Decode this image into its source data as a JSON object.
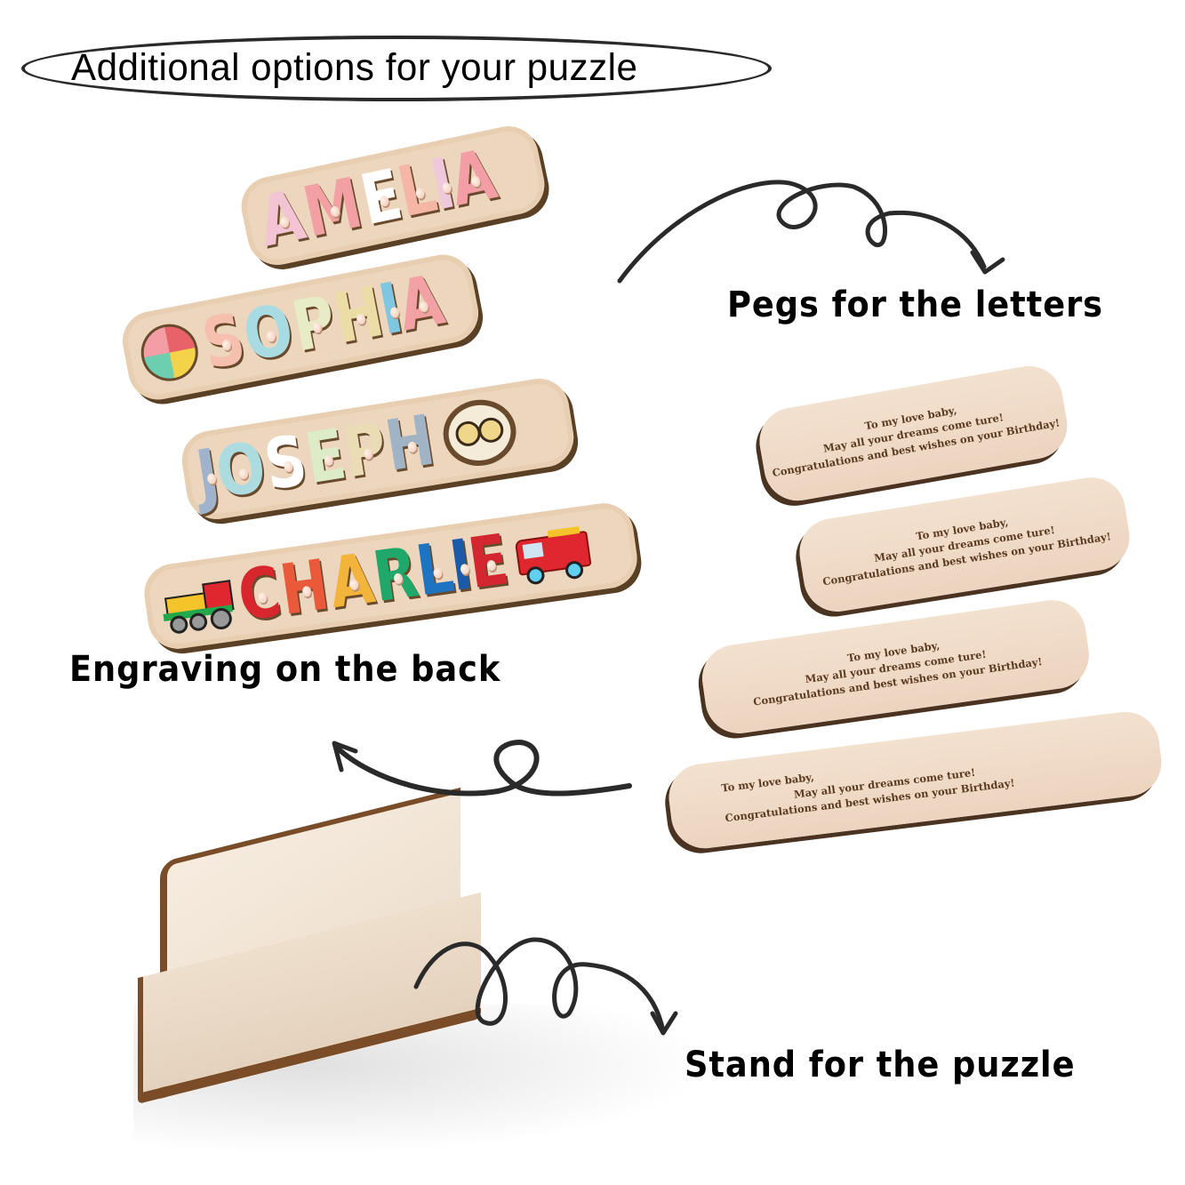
{
  "header": {
    "title": "Additional options for your puzzle"
  },
  "labels": {
    "pegs": "Pegs for the letters",
    "engraving": "Engraving on the back",
    "stand": "Stand for the puzzle"
  },
  "front_puzzles": [
    {
      "name": "AMELIA",
      "letters": [
        "A",
        "M",
        "E",
        "L",
        "I",
        "A"
      ],
      "colors": [
        "#f2c4d4",
        "#f2a0a4",
        "#ffffff",
        "#f5b6a6",
        "#f0c8dc",
        "#f29ea4"
      ],
      "icons": []
    },
    {
      "name": "SOPHIA",
      "letters": [
        "S",
        "O",
        "P",
        "H",
        "I",
        "A"
      ],
      "colors": [
        "#f6bfae",
        "#a8dce2",
        "#e7ecc6",
        "#ecdca6",
        "#7fc6e0",
        "#f2a2a4"
      ],
      "icons": [
        "lollipop"
      ]
    },
    {
      "name": "JOSEPH",
      "letters": [
        "J",
        "O",
        "S",
        "E",
        "P",
        "H"
      ],
      "colors": [
        "#9fb4cc",
        "#acdce0",
        "#ffffff",
        "#dcecc8",
        "#eadcb4",
        "#a0b4c6"
      ],
      "icons": [
        "owl"
      ]
    },
    {
      "name": "CHARLIE",
      "letters": [
        "C",
        "H",
        "A",
        "R",
        "L",
        "I",
        "E"
      ],
      "colors": [
        "#d8262e",
        "#ea5a3a",
        "#f2b43a",
        "#1fa86a",
        "#1e74c0",
        "#1a5aa8",
        "#d42630"
      ],
      "icons": [
        "train",
        "fire-truck"
      ]
    }
  ],
  "engraving": {
    "line1": "To my love baby,",
    "line2": "May all your dreams come ture!",
    "line3": "Congratulations and best wishes on your Birthday!"
  },
  "colors": {
    "wood": "#ecd6be",
    "wood_edge": "#5a4025",
    "stand_edge": "#7a4c28",
    "text": "#000000",
    "engraving_text": "#5a3a20"
  }
}
